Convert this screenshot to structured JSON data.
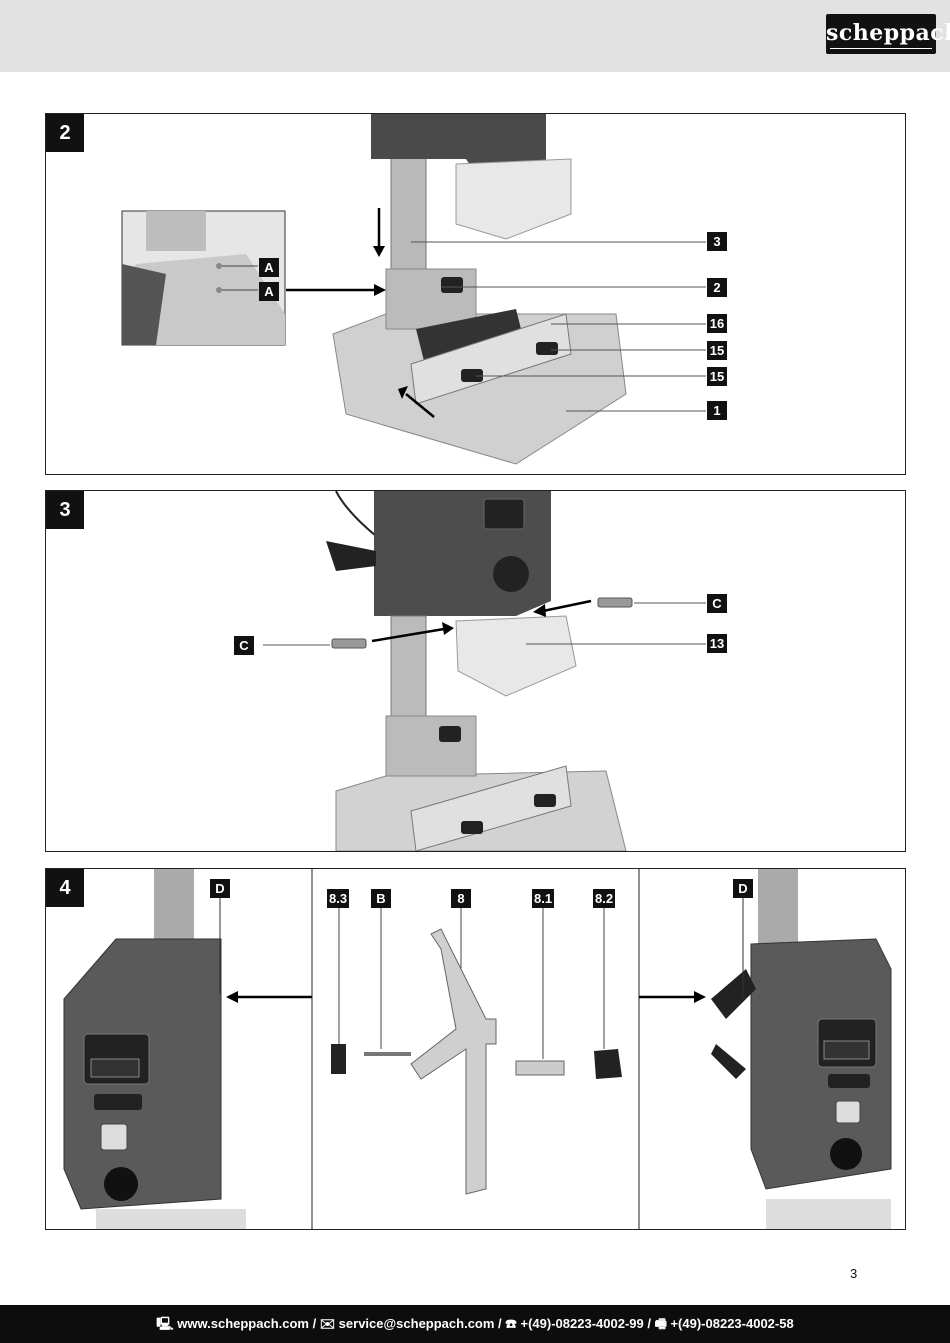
{
  "header": {
    "logo_text": "scheppach"
  },
  "figures": {
    "fig2": {
      "number": "2",
      "labels": [
        "A",
        "A",
        "3",
        "2",
        "16",
        "15",
        "15",
        "1"
      ]
    },
    "fig3": {
      "number": "3",
      "labels": [
        "C",
        "C",
        "13"
      ]
    },
    "fig4": {
      "number": "4",
      "labels": [
        "D",
        "8.3",
        "B",
        "8",
        "8.1",
        "8.2",
        "D"
      ]
    }
  },
  "page_number": "3",
  "footer": {
    "website": "www.scheppach.com",
    "email": "service@scheppach.com",
    "phone": "+(49)-08223-4002-99",
    "fax": "+(49)-08223-4002-58",
    "separator": " / "
  },
  "colors": {
    "header_band": "#e2e2e2",
    "footer_band": "#0d0d0d",
    "label_bg": "#111111"
  }
}
